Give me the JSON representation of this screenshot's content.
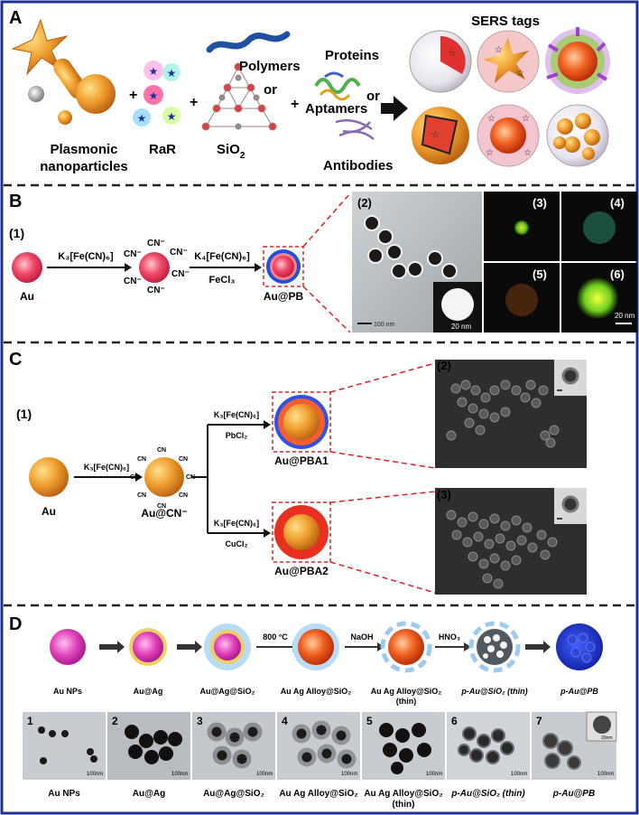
{
  "panels": {
    "A": {
      "letter": "A",
      "plasmonic": [
        "Plasmonic",
        "nanoparticles"
      ],
      "rar": "RaR",
      "sio2": "SiO",
      "sio2_sub": "2",
      "polymers": "Polymers",
      "or": "or",
      "proteins": "Proteins",
      "aptamers": "Aptamers",
      "antibodies": "Antibodies",
      "sers_tags": "SERS tags",
      "plus": "+"
    },
    "B": {
      "letter": "B",
      "sub1": "(1)",
      "au": "Au",
      "reagent1": "K₃[Fe(CN)₆]",
      "reagent2a": "K₄[Fe(CN)₆]",
      "reagent2b": "FeCl₃",
      "product": "Au@PB",
      "cn": "CN⁻",
      "sub2": "(2)",
      "sub3": "(3)",
      "sub4": "(4)",
      "sub5": "(5)",
      "sub6": "(6)",
      "scale1": "100 nm",
      "scale2": "20 nm",
      "scale3": "20 nm"
    },
    "C": {
      "letter": "C",
      "sub1": "(1)",
      "au": "Au",
      "reagent1": "K₃[Fe(CN)₆]",
      "intermediate": "Au@CN⁻",
      "cn": "CN",
      "branch1a": "K₃[Fe(CN)₆]",
      "branch1b": "PbCl₂",
      "branch2a": "K₃[Fe(CN)₆]",
      "branch2b": "CuCl₂",
      "product1": "Au@PBA1",
      "product2": "Au@PBA2",
      "sub2": "(2)",
      "sub3": "(3)"
    },
    "D": {
      "letter": "D",
      "temp": "800 °C",
      "naoh": "NaOH",
      "hno3": "HNO₃",
      "steps": [
        "Au NPs",
        "Au@Ag",
        "Au@Ag@SiO₂",
        "Au Ag Alloy@SiO₂",
        "Au Ag Alloy@SiO₂",
        "p-Au@SiO₂ (thin)",
        "p-Au@PB"
      ],
      "step5_extra": "(thin)",
      "images": [
        {
          "n": "1",
          "label": "Au NPs",
          "scale": "100nm"
        },
        {
          "n": "2",
          "label": "Au@Ag",
          "scale": "100nm"
        },
        {
          "n": "3",
          "label": "Au@Ag@SiO₂",
          "scale": "100nm"
        },
        {
          "n": "4",
          "label": "Au Ag Alloy@SiO₂",
          "scale": "100nm"
        },
        {
          "n": "5",
          "label": "Au Ag Alloy@SiO₂",
          "scale": "100nm"
        },
        {
          "n": "6",
          "label": "p-Au@SiO₂ (thin)",
          "scale": "100nm"
        },
        {
          "n": "7",
          "label": "p-Au@PB",
          "scale": "100nm"
        }
      ],
      "image5_extra": "(thin)",
      "inset_scale": "20nm"
    }
  },
  "colors": {
    "frame": "#1f2f8f",
    "gold": "#e8941e",
    "red": "#e8283a",
    "blue": "#2040d0",
    "divider": "#222222",
    "callout": "#e02020"
  }
}
